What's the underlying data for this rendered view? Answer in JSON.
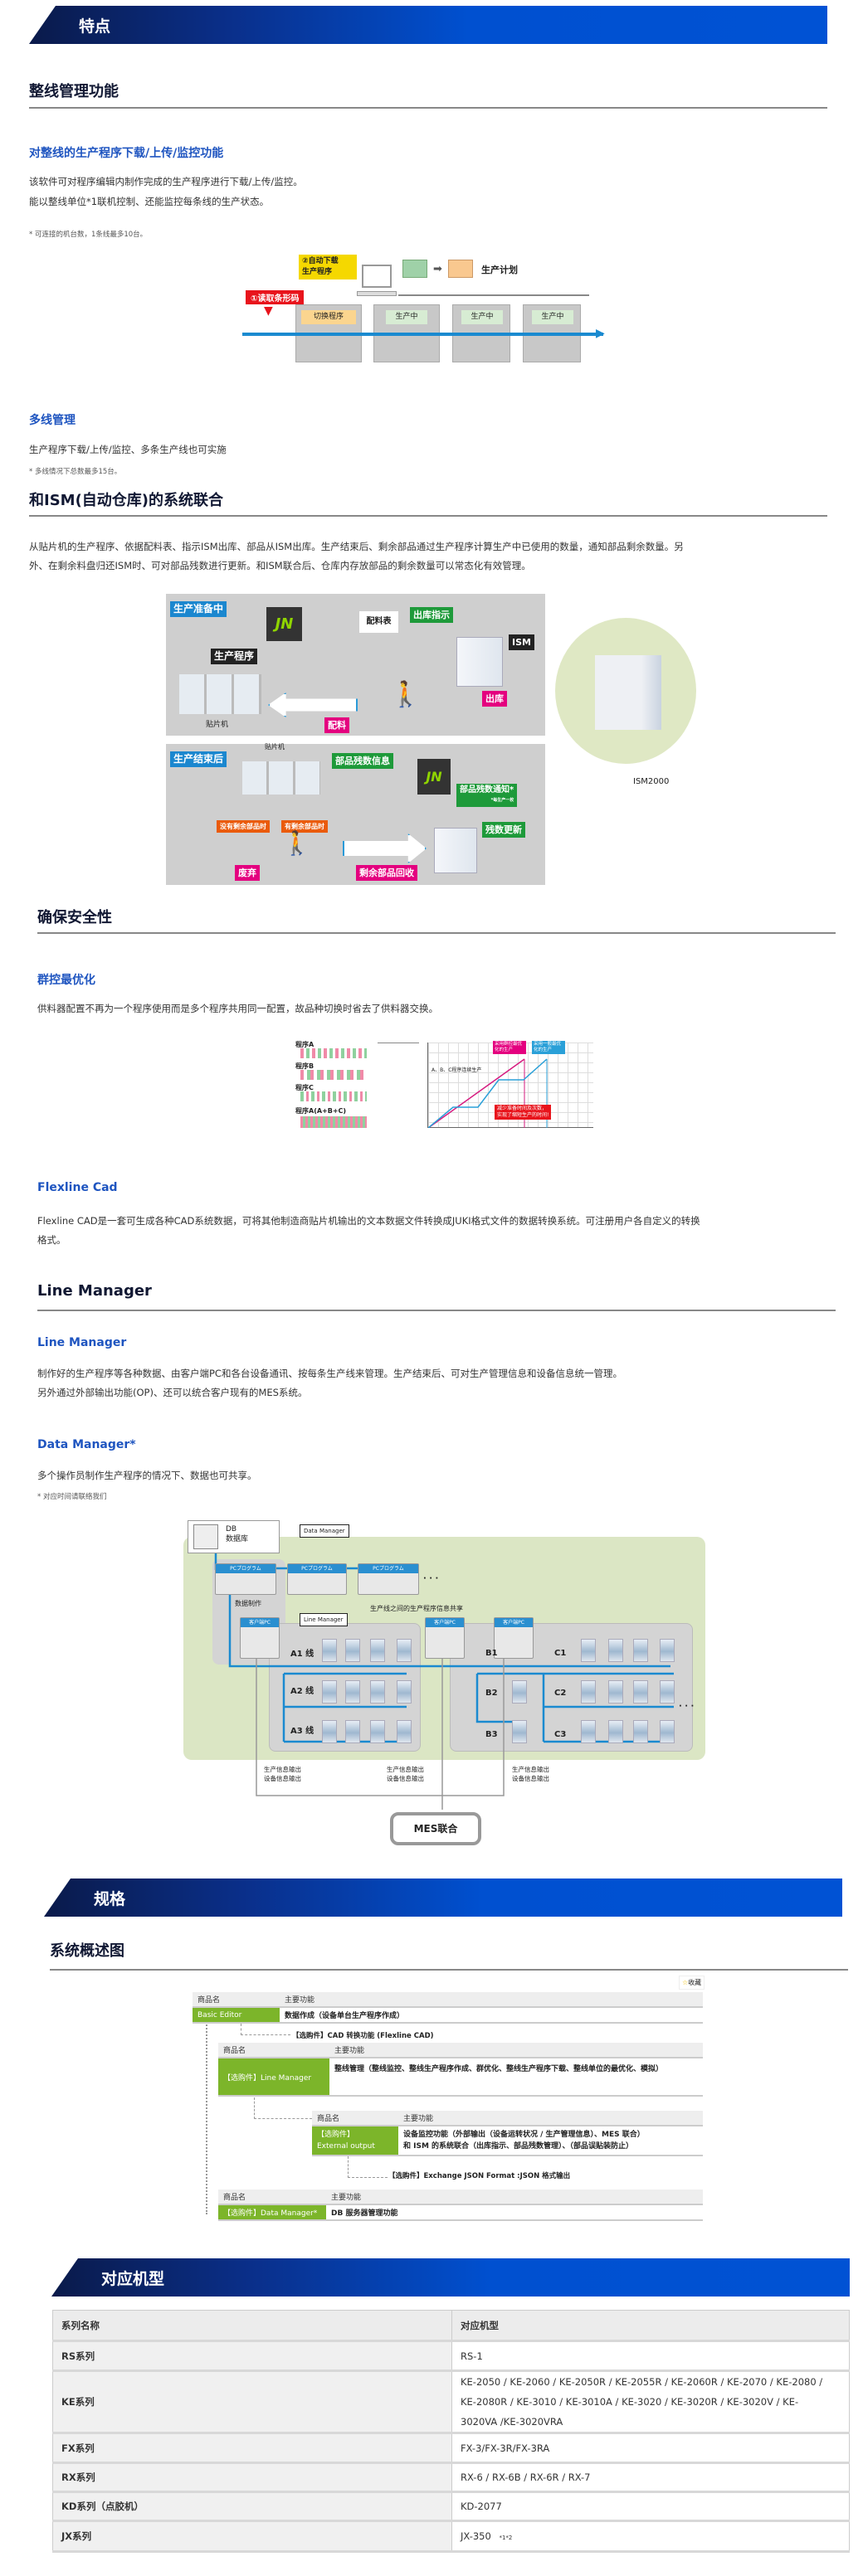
{
  "sections": {
    "features": "特点",
    "spec": "规格",
    "models": "对应机型"
  },
  "line_mgmt": {
    "title": "整线管理功能",
    "sub1": "对整线的生产程序下载/上传/监控功能",
    "p1": "该软件可对程序编辑内制作完成的生产程序进行下载/上传/监控。",
    "p2": "能以整线单位*1联机控制、还能监控每条线的生产状态。",
    "note1": "* 可连接的机台数，1条线最多10台。",
    "diagram": {
      "auto_dl_1": "②自动下载",
      "auto_dl_2": "生产程序",
      "barcode": "①读取条形码",
      "plan": "生产计划",
      "switch": "切换程序",
      "running": "生产中"
    },
    "sub2": "多线管理",
    "p3": "生产程序下载/上传/监控、多条生产线也可实施",
    "note2": "* 多线情况下总数最多15台。"
  },
  "ism": {
    "title": "和ISM(自动仓库)的系统联合",
    "p1": "从贴片机的生产程序、依据配料表、指示ISM出库、部品从ISM出库。生产结束后、剩余部品通过生产程序计算生产中已使用的数量，通知部品剩余数量。另",
    "p2": "外、在剩余料盘归还ISM时、可对部品残数进行更新。和ISM联合后、仓库内存放部品的剩余数量可以常态化有效管理。",
    "d": {
      "prep": "生产准备中",
      "jn": "JN",
      "bom": "配料表",
      "out_instr": "出库指示",
      "ism": "ISM",
      "program": "生产程序",
      "mounter": "贴片机",
      "kitting": "配料",
      "out": "出库",
      "after": "生产结束后",
      "remain_info": "部品残数信息",
      "remain_notice": "部品残数通知*",
      "remain_notice_note": "*每生产一枚",
      "no_remain": "没有剩余部品时",
      "has_remain": "有剩余部品时",
      "update": "残数更新",
      "discard": "废弃",
      "collect": "剩余部品回收"
    },
    "model": "ISM2000"
  },
  "safety": {
    "title": "确保安全性",
    "sub1": "群控最优化",
    "p1": "供料器配置不再为一个程序使用而是多个程序共用同一配置，故品种切换时省去了供料器交换。",
    "d": {
      "progA": "程序A",
      "progB": "程序B",
      "progC": "程序C",
      "progAll": "程序A(A+B+C)",
      "abc": "A、B、C程序连续生产",
      "group": "采用群控最优化的生产",
      "normal": "采用一般最优化的生产",
      "reduce1": "减少准备时间及次数，",
      "reduce2": "实现了缩短生产的时间!"
    },
    "sub2": "Flexline Cad",
    "p2": "Flexline CAD是一套可生成各种CAD系统数据，可将其他制造商贴片机输出的文本数据文件转换成JUKI格式文件的数据转换系统。可注册用户各自定义的转换",
    "p3": "格式。"
  },
  "lm": {
    "title": "Line Manager",
    "sub1": "Line Manager",
    "p1": "制作好的生产程序等各种数据、由客户端PC和各台设备通讯、按每条生产线来管理。生产结束后、可对生产管理信息和设备信息统一管理。",
    "p2": "另外通过外部输出功能(OP)、还可以统合客户现有的MES系统。",
    "sub2": "Data Manager*",
    "p3": "多个操作员制作生产程序的情况下、数据也可共享。",
    "note": "* 对应时间请联络我们",
    "d": {
      "db1": "DB",
      "db2": "数据库",
      "dm": "Data Manager",
      "pcprog": "PCプログラム",
      "dots": "· · ·",
      "create": "数据制作",
      "share": "生产线之间的生产程序信息共享",
      "lmlabel": "Line Manager",
      "client": "客户端PC",
      "a1": "A1 线",
      "a2": "A2 线",
      "a3": "A3 线",
      "b1": "B1",
      "b2": "B2",
      "b3": "B3",
      "c1": "C1",
      "c2": "C2",
      "c3": "C3",
      "out1": "生产信息输出",
      "out2": "设备信息输出",
      "mes": "MES联合"
    }
  },
  "overview": {
    "title": "系统概述图",
    "fav": "收藏",
    "col_name": "商品名",
    "col_func": "主要功能",
    "basic": "Basic Editor",
    "basic_f": "数据作成（设备单台生产程序作成）",
    "cad": "【选购件】CAD 转换功能 (Flexline CAD)",
    "lm": "【选购件】Line Manager",
    "lm_f": "整线管理（整线监控、整线生产程序作成、群优化、整线生产程序下载、整线单位的最优化、模拟）",
    "ext1": "【选购件】",
    "ext2": "External output",
    "ext_f1": "设备监控功能（外部输出（设备运转状况 / 生产管理信息）、MES 联合）",
    "ext_f2": "和 ISM 的系统联合（出库指示、部品残数管理）、（部品误贴装防止）",
    "json": "【选购件】Exchange JSON Format :JSON 格式输出",
    "dm": "【选购件】Data Manager*",
    "dm_f": "DB 服务器管理功能"
  },
  "models": {
    "headers": [
      "系列名称",
      "对应机型"
    ],
    "rows": [
      [
        "RS系列",
        "RS-1"
      ],
      [
        "KE系列",
        "KE-2050 / KE-2060 / KE-2050R / KE-2055R / KE-2060R / KE-2070 / KE-2080 / KE-2080R / KE-3010 / KE-3010A / KE-3020 / KE-3020R / KE-3020V / KE-3020VA /KE-3020VRA"
      ],
      [
        "FX系列",
        "FX-3/FX-3R/FX-3RA"
      ],
      [
        "RX系列",
        "RX-6 / RX-6B / RX-6R / RX-7"
      ],
      [
        "KD系列（点胶机）",
        "KD-2077"
      ],
      [
        "JX系列",
        "JX-350"
      ]
    ],
    "jx_note": "*1*2"
  }
}
